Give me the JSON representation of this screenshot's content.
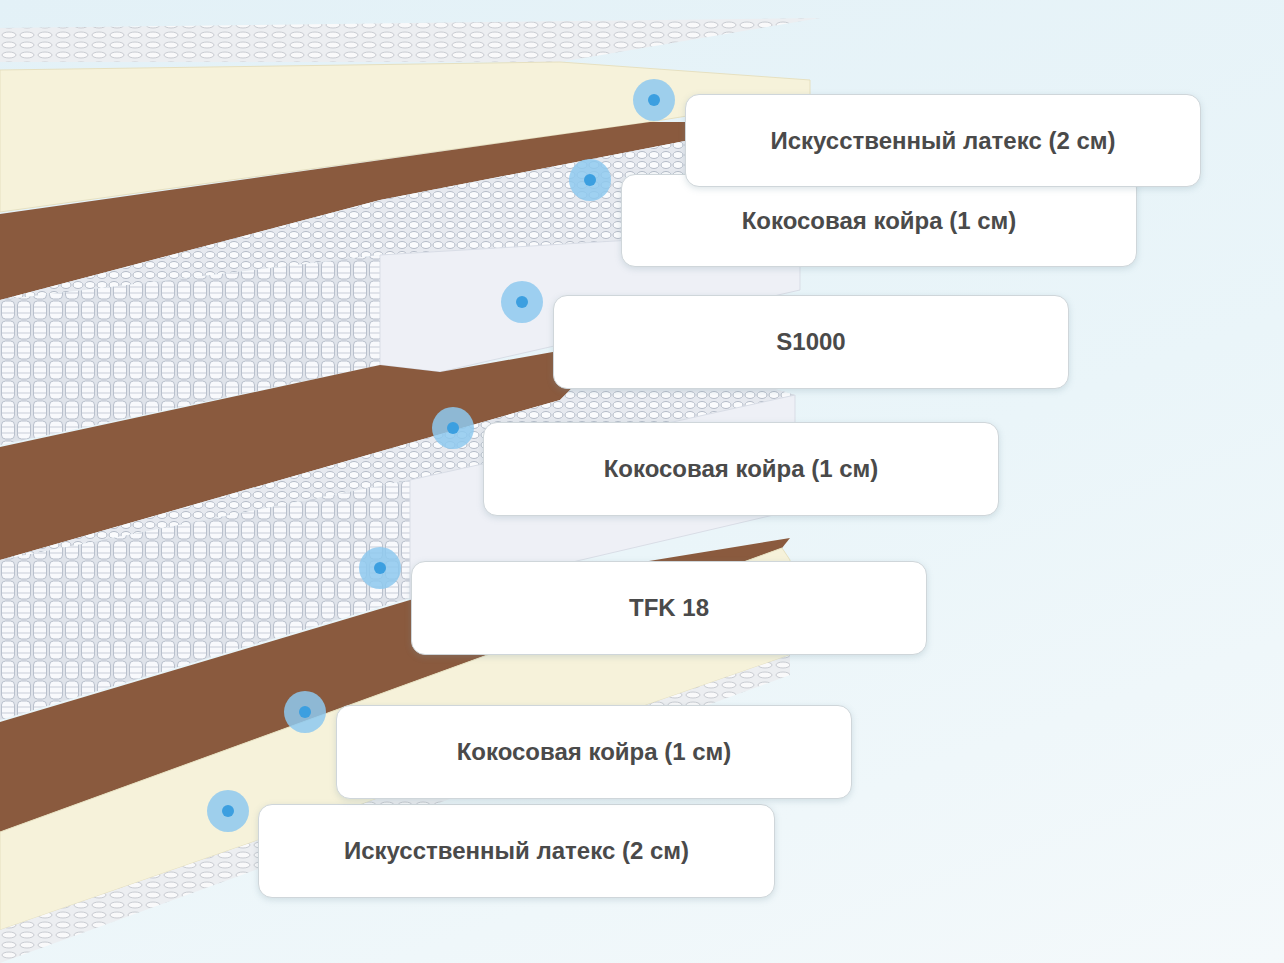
{
  "diagram": {
    "nodes": [
      {
        "text": [
          "Искусственный латекс (2 см)"
        ]
      },
      {
        "text": [
          "Кокосовая койра (1 см)"
        ]
      },
      {
        "text": [
          "S1000"
        ]
      },
      {
        "text": [
          "Кокосовая койра (1 см)"
        ]
      },
      {
        "text": [
          "TFK 18"
        ]
      },
      {
        "text": [
          "Кокосовая койра (1 см)"
        ]
      },
      {
        "text": [
          "Искусственный латекс (2 см)"
        ]
      }
    ]
  }
}
